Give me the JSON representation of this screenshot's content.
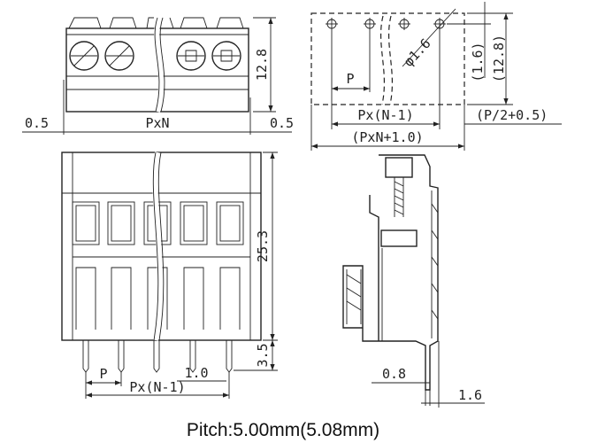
{
  "top_view": {
    "height": "12.8",
    "left_margin": "0.5",
    "width": "PxN",
    "right_margin": "0.5"
  },
  "pcb_layout": {
    "pitch": "P",
    "hole_diameter": "φ1.6",
    "hole_offset": "(1.6)",
    "depth": "(12.8)",
    "pin_span": "Px(N-1)",
    "edge_offset": "(P/2+0.5)",
    "overall": "(PxN+1.0)"
  },
  "front_view": {
    "height": "25.3",
    "pin_length": "3.5",
    "pitch": "P",
    "pin_width": "1.0",
    "pin_span": "Px(N-1)"
  },
  "side_view": {
    "pin_thickness": "0.8",
    "pin_offset": "1.6"
  },
  "caption": "Pitch:5.00mm(5.08mm)"
}
